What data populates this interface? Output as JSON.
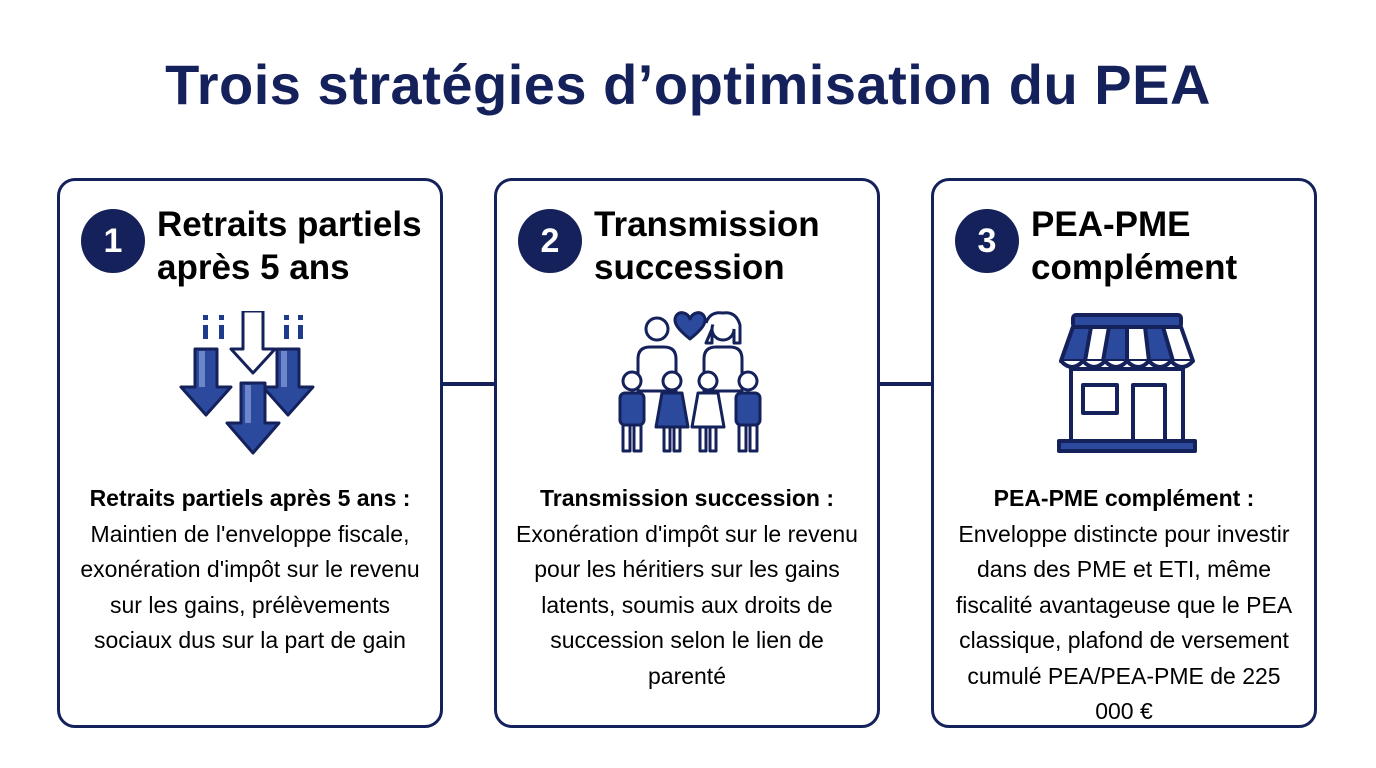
{
  "title": "Trois stratégies d’optimisation du PEA",
  "colors": {
    "navy": "#14215a",
    "accent_blue": "#2b4a9e",
    "light_blue": "#6d86c9"
  },
  "cards": [
    {
      "number": "1",
      "title_lines": [
        "Retraits partiels",
        "après 5 ans"
      ],
      "icon": "down-arrows-icon",
      "desc_lead": "Retraits partiels après 5 ans :",
      "desc_body": "Maintien de l'enveloppe fiscale, exonération d'impôt sur le revenu sur les gains, prélèvements sociaux dus sur la part de gain"
    },
    {
      "number": "2",
      "title_lines": [
        "Transmission",
        "succession"
      ],
      "icon": "family-heart-icon",
      "desc_lead": "Transmission succession :",
      "desc_body": "Exonération d'impôt sur le revenu pour les héritiers sur les gains latents, soumis aux droits de succession selon le lien de parenté"
    },
    {
      "number": "3",
      "title_lines": [
        "PEA-PME",
        "complément"
      ],
      "icon": "storefront-icon",
      "desc_lead": "PEA-PME complément :",
      "desc_body": "Enveloppe distincte pour investir dans des PME et ETI, même fiscalité avantageuse que le PEA classique, plafond de versement cumulé PEA/PEA-PME de 225 000 €"
    }
  ]
}
